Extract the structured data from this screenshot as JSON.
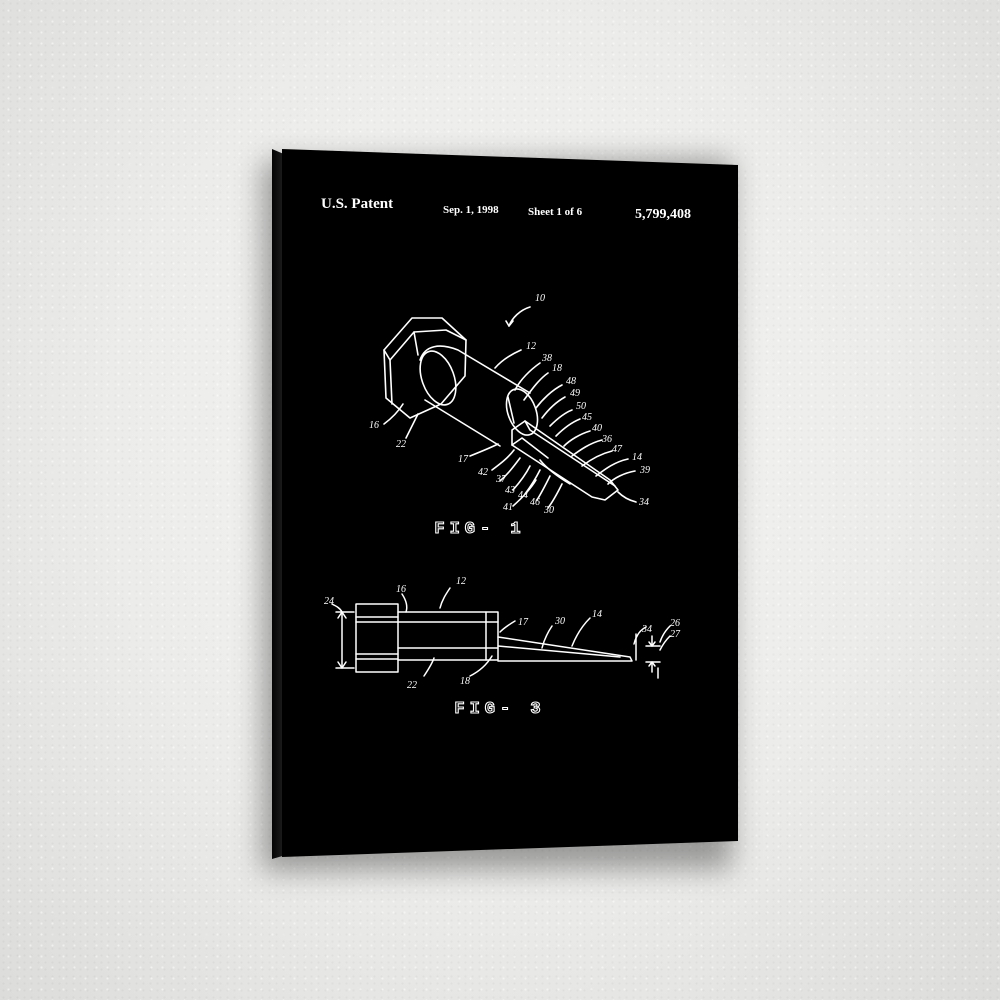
{
  "patent": {
    "office": "U.S. Patent",
    "date": "Sep. 1, 1998",
    "sheet": "Sheet 1 of 6",
    "number": "5,799,408"
  },
  "figures": {
    "fig1": {
      "caption": "FIG- 1",
      "ref_numerals": [
        "10",
        "12",
        "38",
        "18",
        "48",
        "49",
        "50",
        "45",
        "40",
        "36",
        "47",
        "14",
        "39",
        "34",
        "16",
        "22",
        "17",
        "42",
        "37",
        "43",
        "44",
        "46",
        "41",
        "30"
      ]
    },
    "fig3": {
      "caption": "FIG- 3",
      "ref_numerals": [
        "12",
        "24",
        "16",
        "17",
        "30",
        "14",
        "34",
        "26",
        "27",
        "22",
        "18"
      ]
    }
  },
  "colors": {
    "wall": "#ececea",
    "canvas": "#000000",
    "ink": "#ffffff"
  }
}
